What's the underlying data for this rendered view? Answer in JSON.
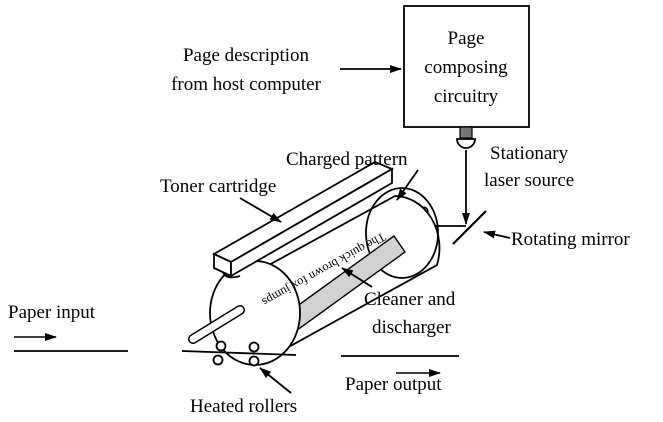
{
  "diagram": {
    "box_label": [
      "Page",
      "composing",
      "circuitry"
    ],
    "host_label": [
      "Page description",
      "from host computer"
    ],
    "laser_label": [
      "Stationary",
      "laser source"
    ],
    "mirror_label": "Rotating mirror",
    "charged_label": "Charged pattern",
    "toner_label": "Toner cartridge",
    "cleaner_label": [
      "Cleaner and",
      "discharger"
    ],
    "paper_input_label": "Paper input",
    "paper_output_label": "Paper output",
    "rollers_label": "Heated rollers",
    "drum_text": "The quick brown fox jumps"
  }
}
